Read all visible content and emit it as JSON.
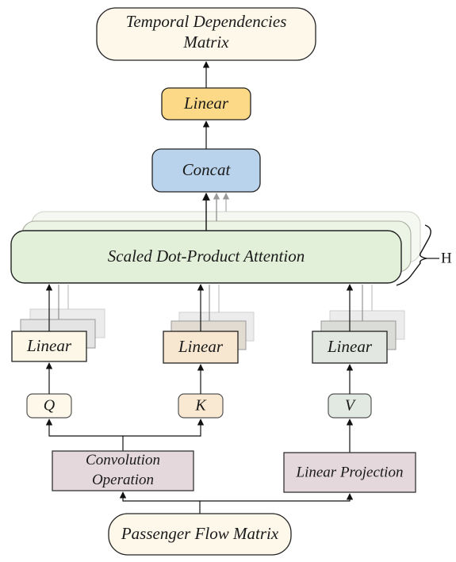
{
  "nodes": {
    "temporal_matrix": "Temporal Dependencies\nMatrix",
    "linear_top": "Linear",
    "concat": "Concat",
    "attention": "Scaled Dot-Product Attention",
    "heads": "H",
    "linear_q": "Linear",
    "linear_k": "Linear",
    "linear_v": "Linear",
    "q": "Q",
    "k": "K",
    "v": "V",
    "convolution": "Convolution\nOperation",
    "linear_projection": "Linear Projection",
    "passenger_flow": "Passenger Flow Matrix"
  },
  "colors": {
    "temporal_fill": "#fdf8ea",
    "linear_top_fill": "#fcd986",
    "concat_fill": "#bad3ec",
    "attention_fill": "#e3f0d9",
    "linear_q_fill": "#fcf7e6",
    "linear_k_fill": "#f7e6d0",
    "linear_v_fill": "#e2e7e1",
    "q_fill": "#fdf8ea",
    "k_fill": "#f9e8d2",
    "v_fill": "#e2e8e2",
    "convolution_fill": "#e4d8dc",
    "projection_fill": "#e4d8dc",
    "passenger_fill": "#fdf8ea"
  }
}
